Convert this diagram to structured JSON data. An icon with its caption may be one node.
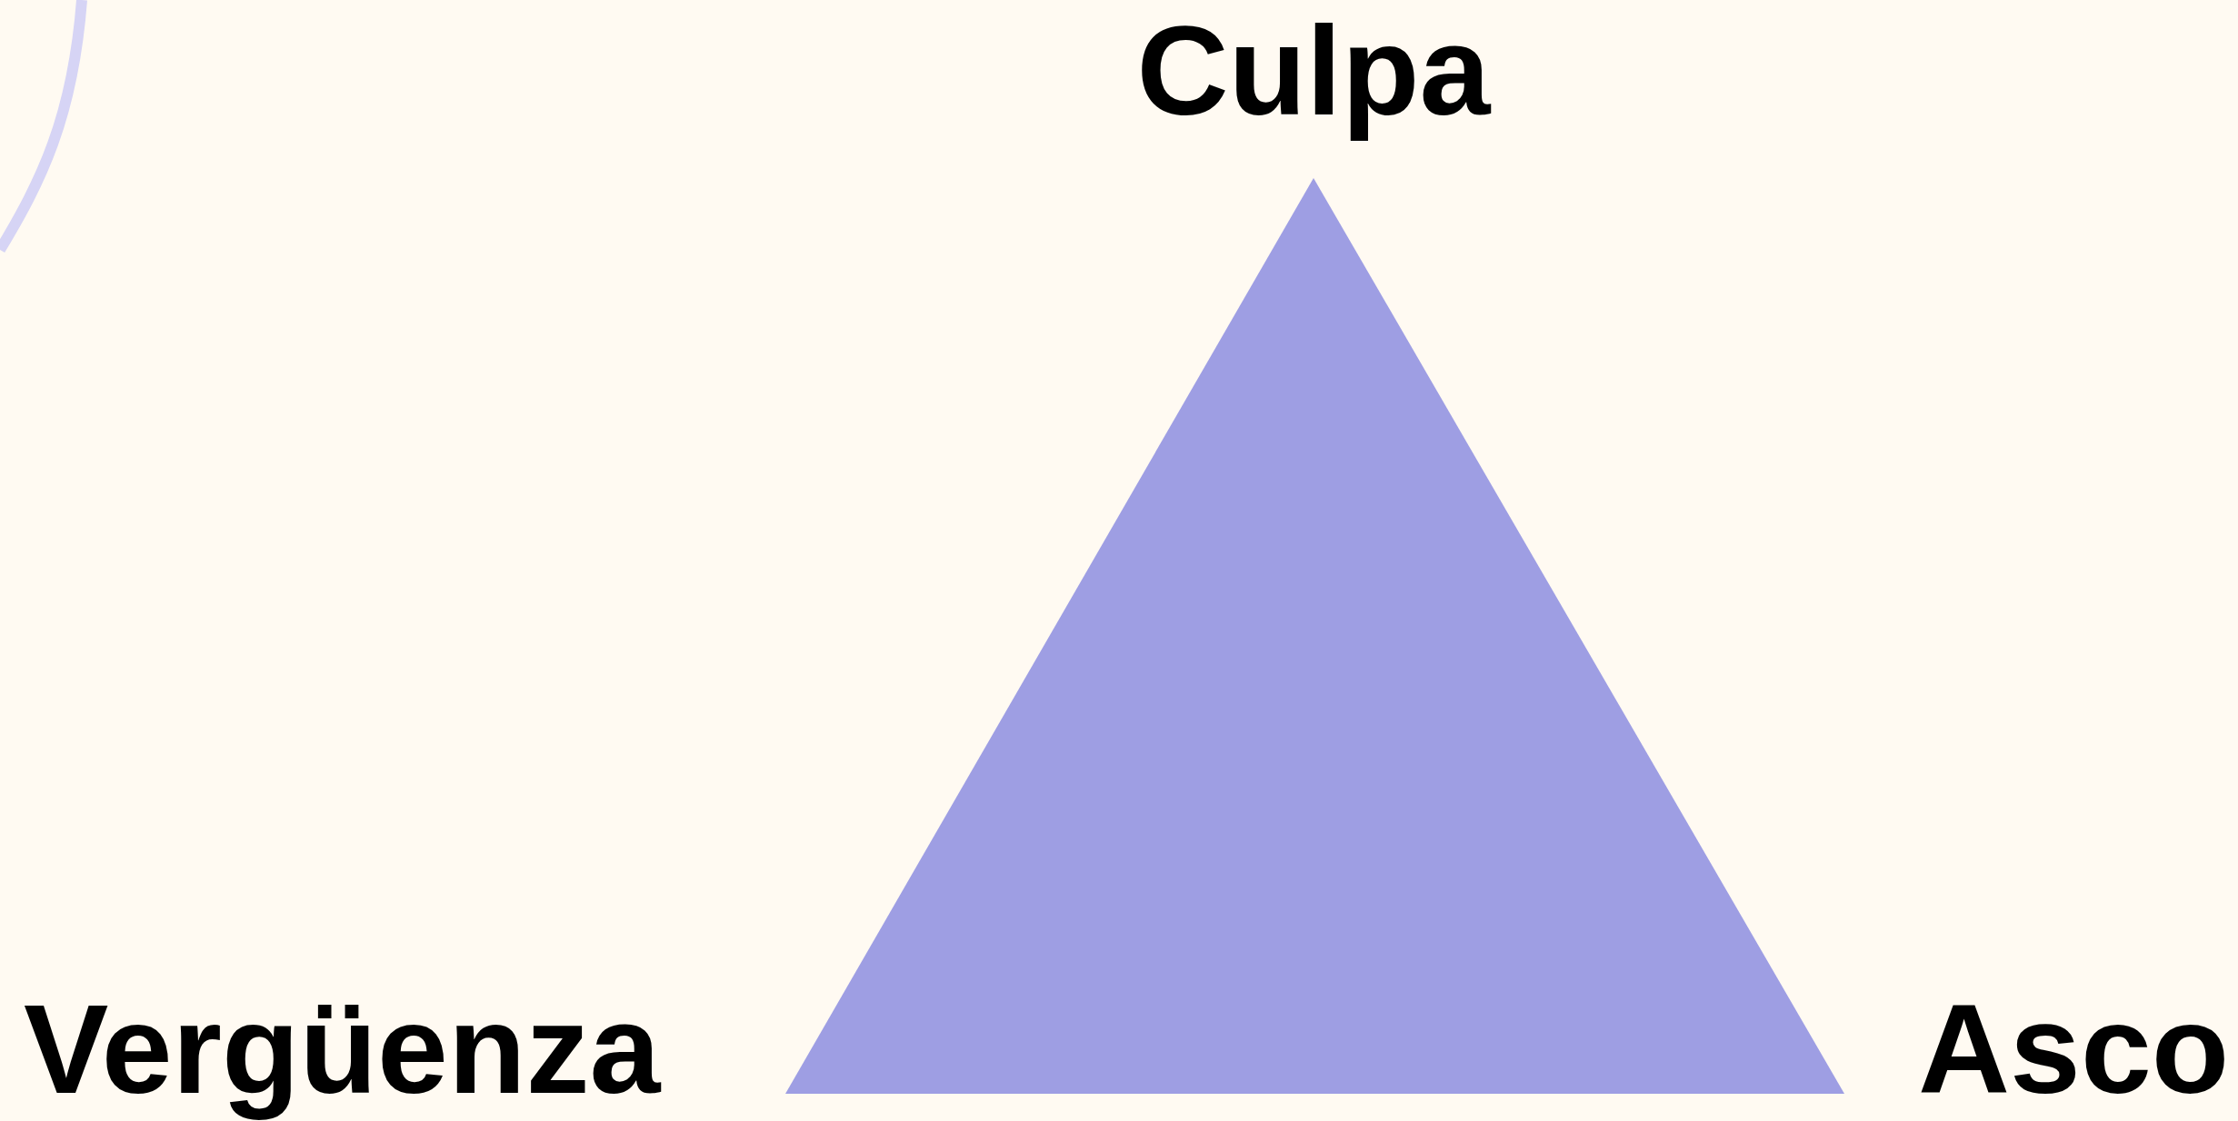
{
  "diagram": {
    "labels": [
      "Culpa",
      "Vergüenza",
      "Asco"
    ]
  }
}
